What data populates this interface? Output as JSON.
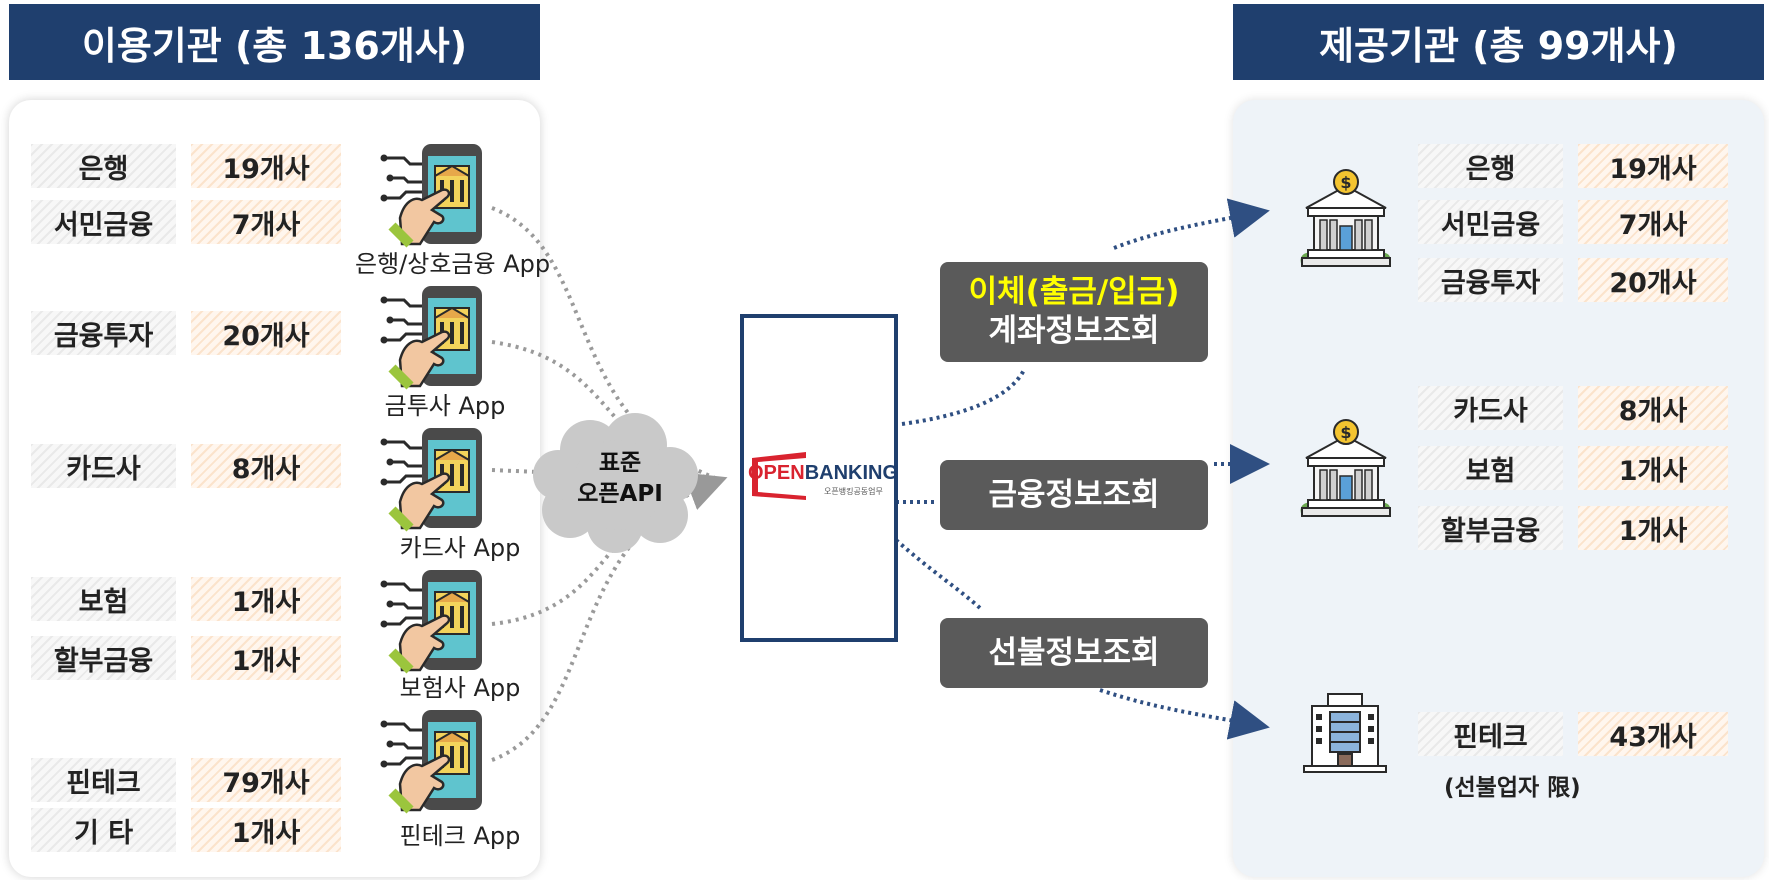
{
  "left_header": "이용기관 (총 136개사)",
  "right_header": "제공기관 (총 99개사)",
  "left_groups": [
    {
      "name": "은행",
      "count": "19개사"
    },
    {
      "name": "서민금융",
      "count": "7개사"
    },
    {
      "name": "금융투자",
      "count": "20개사"
    },
    {
      "name": "카드사",
      "count": "8개사"
    },
    {
      "name": "보험",
      "count": "1개사"
    },
    {
      "name": "할부금융",
      "count": "1개사"
    },
    {
      "name": "핀테크",
      "count": "79개사"
    },
    {
      "name": "기 타",
      "count": "1개사"
    }
  ],
  "apps": [
    {
      "label": "은행/상호금융 App"
    },
    {
      "label": "금투사 App"
    },
    {
      "label": "카드사 App"
    },
    {
      "label": "보험사 App"
    },
    {
      "label": "핀테크 App"
    }
  ],
  "cloud": {
    "line1": "표준",
    "line2": "오픈API"
  },
  "openbanking": {
    "logo_open": "OPEN",
    "logo_banking": "BANKING",
    "logo_sub": "오픈뱅킹공동업무"
  },
  "services": {
    "transfer_line1": "이체(출금/입금)",
    "transfer_line2": "계좌정보조회",
    "finance": "금융정보조회",
    "prepaid": "선불정보조회"
  },
  "right_groups": [
    {
      "name": "은행",
      "count": "19개사"
    },
    {
      "name": "서민금융",
      "count": "7개사"
    },
    {
      "name": "금융투자",
      "count": "20개사"
    },
    {
      "name": "카드사",
      "count": "8개사"
    },
    {
      "name": "보험",
      "count": "1개사"
    },
    {
      "name": "할부금융",
      "count": "1개사"
    },
    {
      "name": "핀테크",
      "count": "43개사"
    }
  ],
  "fintech_note": "(선불업자 限)",
  "colors": {
    "header": "#1f3f6e",
    "service": "#5a5a5a",
    "highlight": "#ffff00",
    "arrow": "#2f4f82",
    "dotted": "#999999"
  }
}
